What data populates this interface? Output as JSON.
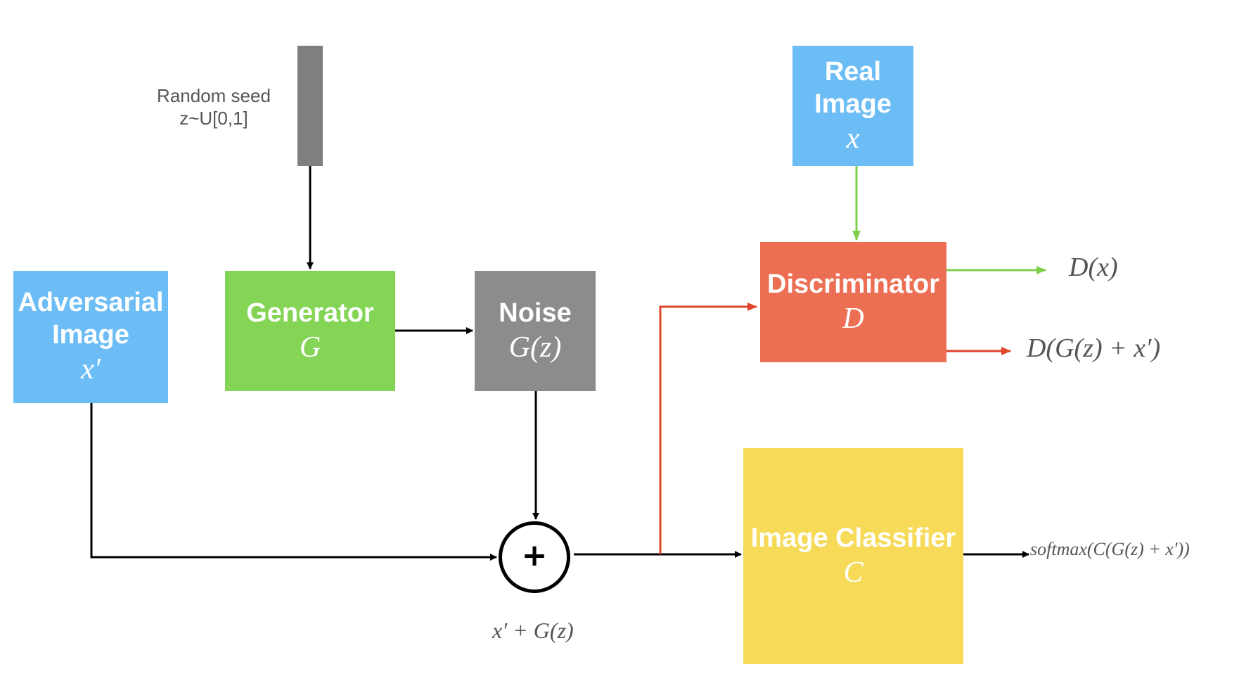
{
  "colors": {
    "blue": "#6cbdf6",
    "green": "#84d555",
    "gray": "#8c8c8c",
    "red": "#ec6f53",
    "yellow": "#f6da58",
    "arrow_black": "#000000",
    "arrow_green": "#7ed04b",
    "arrow_red": "#e0442b"
  },
  "random_seed": {
    "label": "Random seed\nz~U[0,1]"
  },
  "adversarial_image": {
    "title": "Adversarial\nImage",
    "symbol": "x′"
  },
  "generator": {
    "title": "Generator",
    "symbol": "G"
  },
  "noise": {
    "title": "Noise",
    "symbol": "G(z)"
  },
  "real_image": {
    "title": "Real\nImage",
    "symbol": "x"
  },
  "discriminator": {
    "title": "Discriminator",
    "symbol": "D"
  },
  "classifier": {
    "title": "Image Classifier",
    "symbol": "C"
  },
  "sum": {
    "label": "x′ + G(z)"
  },
  "outputs": {
    "d_real": "D(x)",
    "d_fake": "D(G(z) + x′)",
    "softmax": "softmax(C(G(z) + x′))"
  }
}
